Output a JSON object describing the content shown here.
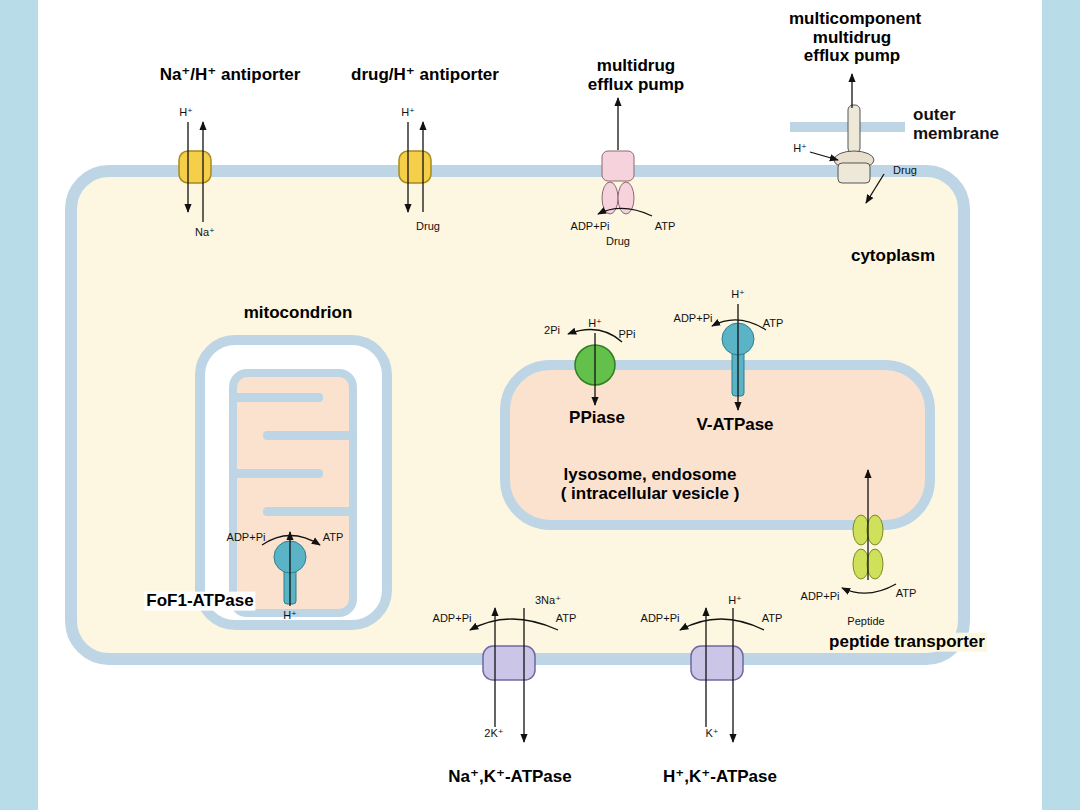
{
  "diagram": {
    "nodes": [
      {
        "text": [
          "cytoplasm"
        ]
      },
      {
        "text": [
          "Na⁺/H⁺ antiporter"
        ]
      },
      {
        "text": [
          "drug/H⁺ antiporter"
        ]
      },
      {
        "text": [
          "multidrug efflux pump"
        ]
      },
      {
        "text": [
          "multicomponent multidrug efflux pump"
        ]
      },
      {
        "text": [
          "mitocondrion"
        ],
        "in": 0
      },
      {
        "text": [
          "FoF1-ATPase"
        ],
        "in": 5
      },
      {
        "text": [
          "lysosome, endosome ( intracellular vesicle )"
        ],
        "in": 0
      },
      {
        "text": [
          "PPiase"
        ],
        "in": 7
      },
      {
        "text": [
          "V-ATPase"
        ],
        "in": 7
      },
      {
        "text": [
          "peptide transporter"
        ]
      },
      {
        "text": [
          "Na⁺,K⁺-ATPase"
        ]
      },
      {
        "text": [
          "H⁺,K⁺-ATPase"
        ]
      }
    ],
    "labels": [
      "outer membrane",
      "H⁺",
      "H⁺",
      "H⁺",
      "Drug",
      "Na⁺",
      "Drug",
      "ADP+Pi",
      "ATP",
      "Drug",
      "H⁺",
      "H⁺",
      "2Pi",
      "PPi",
      "ADP+Pi",
      "ATP",
      "ADP+Pi",
      "ATP",
      "H⁺",
      "ADP+Pi",
      "ATP",
      "Peptide",
      "3Na⁺",
      "ADP+Pi",
      "ATP",
      "ADP+Pi",
      "H⁺",
      "ATP",
      "2K⁺",
      "K⁺"
    ]
  }
}
